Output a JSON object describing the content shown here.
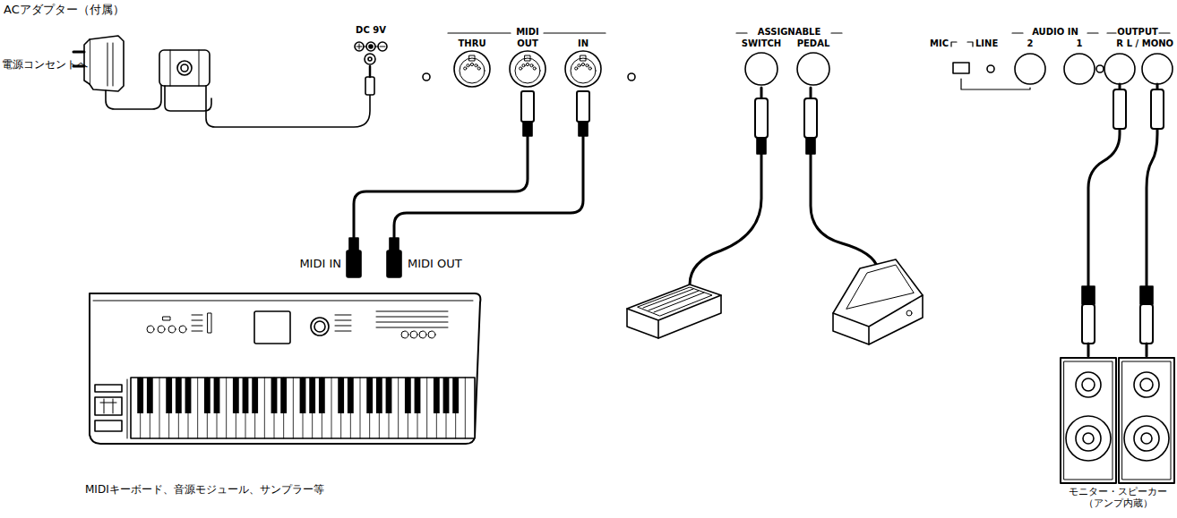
{
  "diagram": {
    "labels": [
      "ACアダプター（付属）",
      "電源コンセントへ",
      "DC 9V",
      "MIDI",
      "THRU",
      "OUT",
      "IN",
      "ASSIGNABLE",
      "SWITCH",
      "PEDAL",
      "MIC",
      "LINE",
      "AUDIO IN",
      "2",
      "1",
      "OUTPUT",
      "R",
      "L / MONO",
      "MIDI IN",
      "MIDI OUT",
      "MIDIキーボード、音源モジュール、サンプラー等",
      "モニター・スピーカー （アンプ内蔵）"
    ]
  }
}
